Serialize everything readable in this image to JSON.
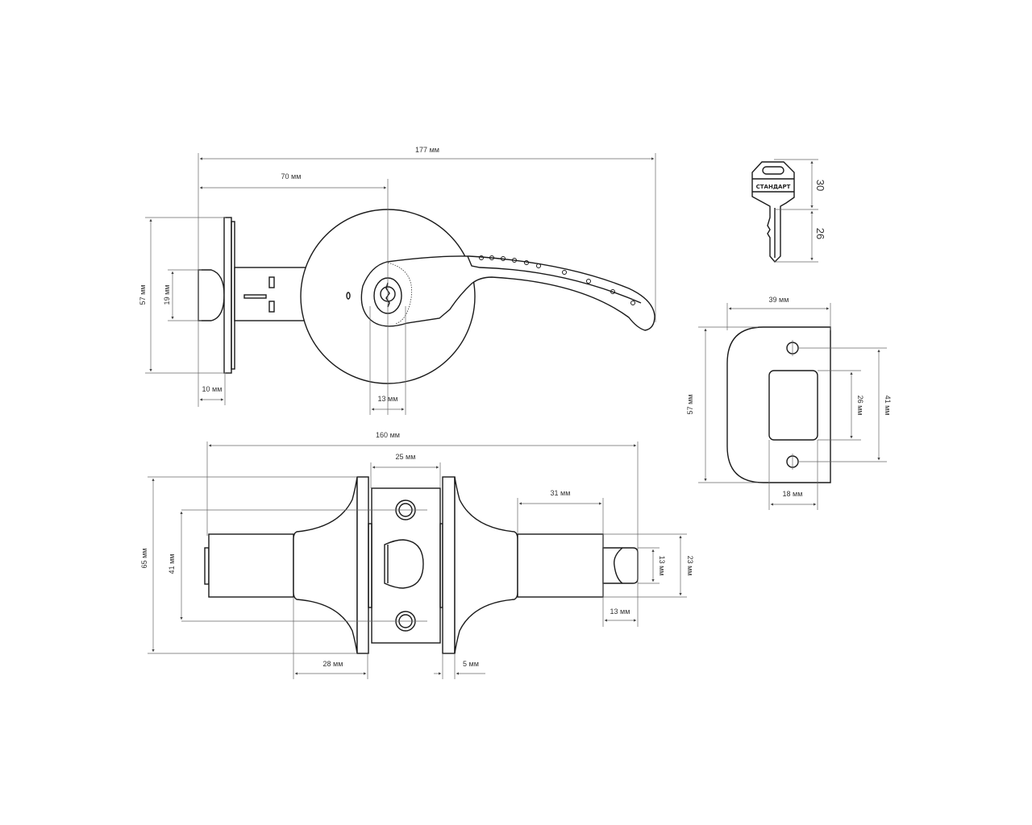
{
  "top_view": {
    "overall_length": "177 мм",
    "backset": "70 мм",
    "faceplate_height": "57 мм",
    "latch_height": "19 мм",
    "latch_projection": "10 мм",
    "cylinder_width": "13 мм"
  },
  "key": {
    "brand": "СТАНДАРТ",
    "head_length": "30",
    "blade_length": "26"
  },
  "strike_plate": {
    "width": "39 мм",
    "height": "57 мм",
    "window_height": "26 мм",
    "hole_spacing": "41 мм",
    "window_width": "18 мм"
  },
  "side_view": {
    "overall_length": "160 мм",
    "faceplate_width": "25 мм",
    "cylinder_length": "31 мм",
    "rose_diameter": "65 мм",
    "hole_spacing": "41 мм",
    "bolt_height": "13 мм",
    "cylinder_diameter": "23 мм",
    "bolt_length": "13 мм",
    "left_body_length": "28 мм",
    "rose_thickness": "5 мм"
  }
}
